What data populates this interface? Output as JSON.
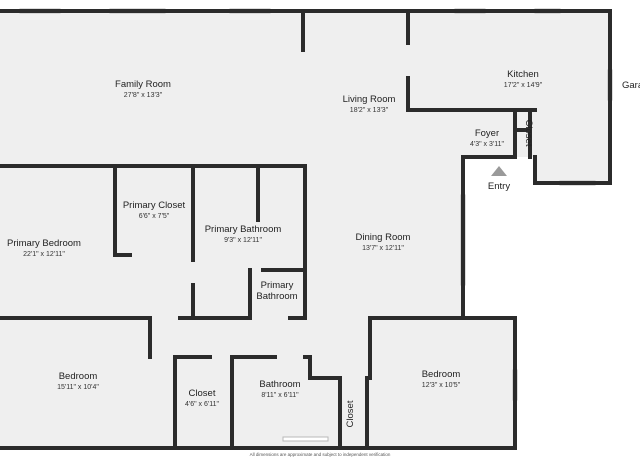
{
  "rooms": {
    "family_room": {
      "name": "Family Room",
      "dims": "27'8\" x 13'3\""
    },
    "living_room": {
      "name": "Living Room",
      "dims": "18'2\" x 13'3\""
    },
    "kitchen": {
      "name": "Kitchen",
      "dims": "17'2\" x 14'9\""
    },
    "garage": {
      "name": "Gara"
    },
    "foyer": {
      "name": "Foyer",
      "dims": "4'3\" x 3'11\""
    },
    "closet_foyer": {
      "name": "Closet"
    },
    "entry": {
      "name": "Entry"
    },
    "primary_closet": {
      "name": "Primary Closet",
      "dims": "6'6\" x 7'5\""
    },
    "primary_bedroom": {
      "name": "Primary Bedroom",
      "dims": "22'1\" x 12'11\""
    },
    "primary_bathroom": {
      "name": "Primary Bathroom",
      "dims": "9'3\" x 12'11\""
    },
    "primary_bathroom_small": {
      "line1": "Primary",
      "line2": "Bathroom"
    },
    "dining_room": {
      "name": "Dining Room",
      "dims": "13'7\" x 12'11\""
    },
    "bedroom_left": {
      "name": "Bedroom",
      "dims": "15'11\" x 10'4\""
    },
    "closet_left": {
      "name": "Closet",
      "dims": "4'6\" x 6'11\""
    },
    "bathroom": {
      "name": "Bathroom",
      "dims": "8'11\" x 6'11\""
    },
    "closet_small": {
      "name": "Closet"
    },
    "bedroom_right": {
      "name": "Bedroom",
      "dims": "12'3\" x 10'5\""
    }
  },
  "footer": {
    "note": "All dimensions are approximate and subject to independent verification"
  },
  "colors": {
    "wall": "#2b2b2b",
    "floor": "#efefef",
    "entry_arrow": "#9a9a9a"
  }
}
